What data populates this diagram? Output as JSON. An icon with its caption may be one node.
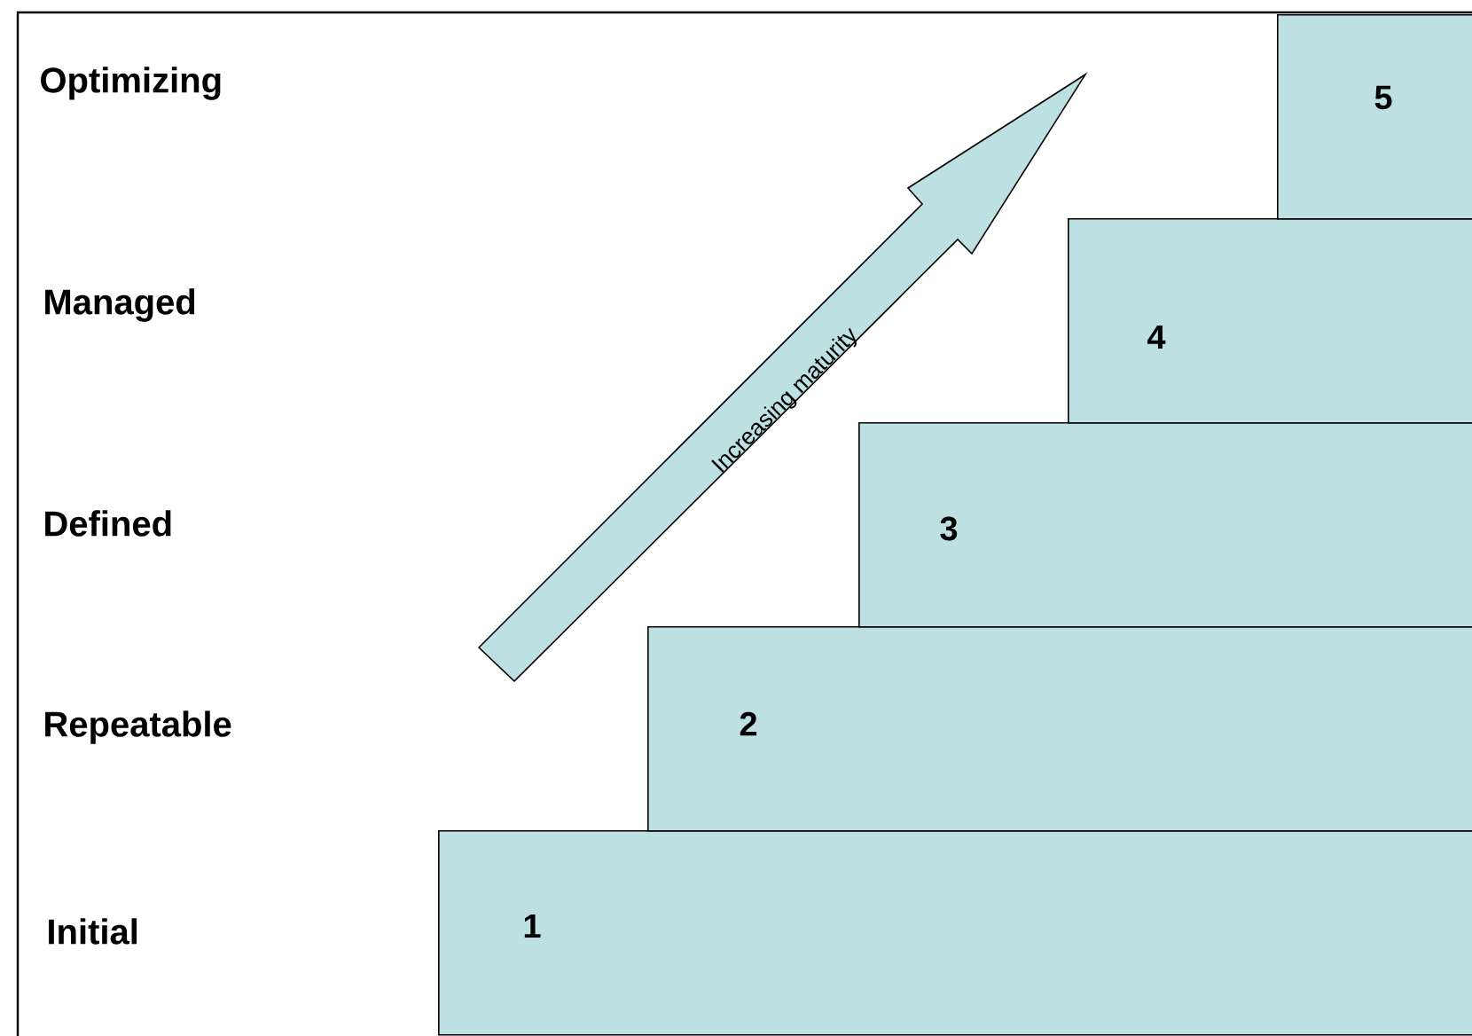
{
  "diagram": {
    "nodes": [
      {
        "text": [
          "1"
        ]
      },
      {
        "text": [
          "2"
        ]
      },
      {
        "text": [
          "3"
        ]
      },
      {
        "text": [
          "4"
        ]
      },
      {
        "text": [
          "5"
        ]
      }
    ],
    "labels": [
      "Optimizing",
      "Managed",
      "Defined",
      "Repeatable",
      "Initial",
      "Increasing maturity"
    ]
  }
}
